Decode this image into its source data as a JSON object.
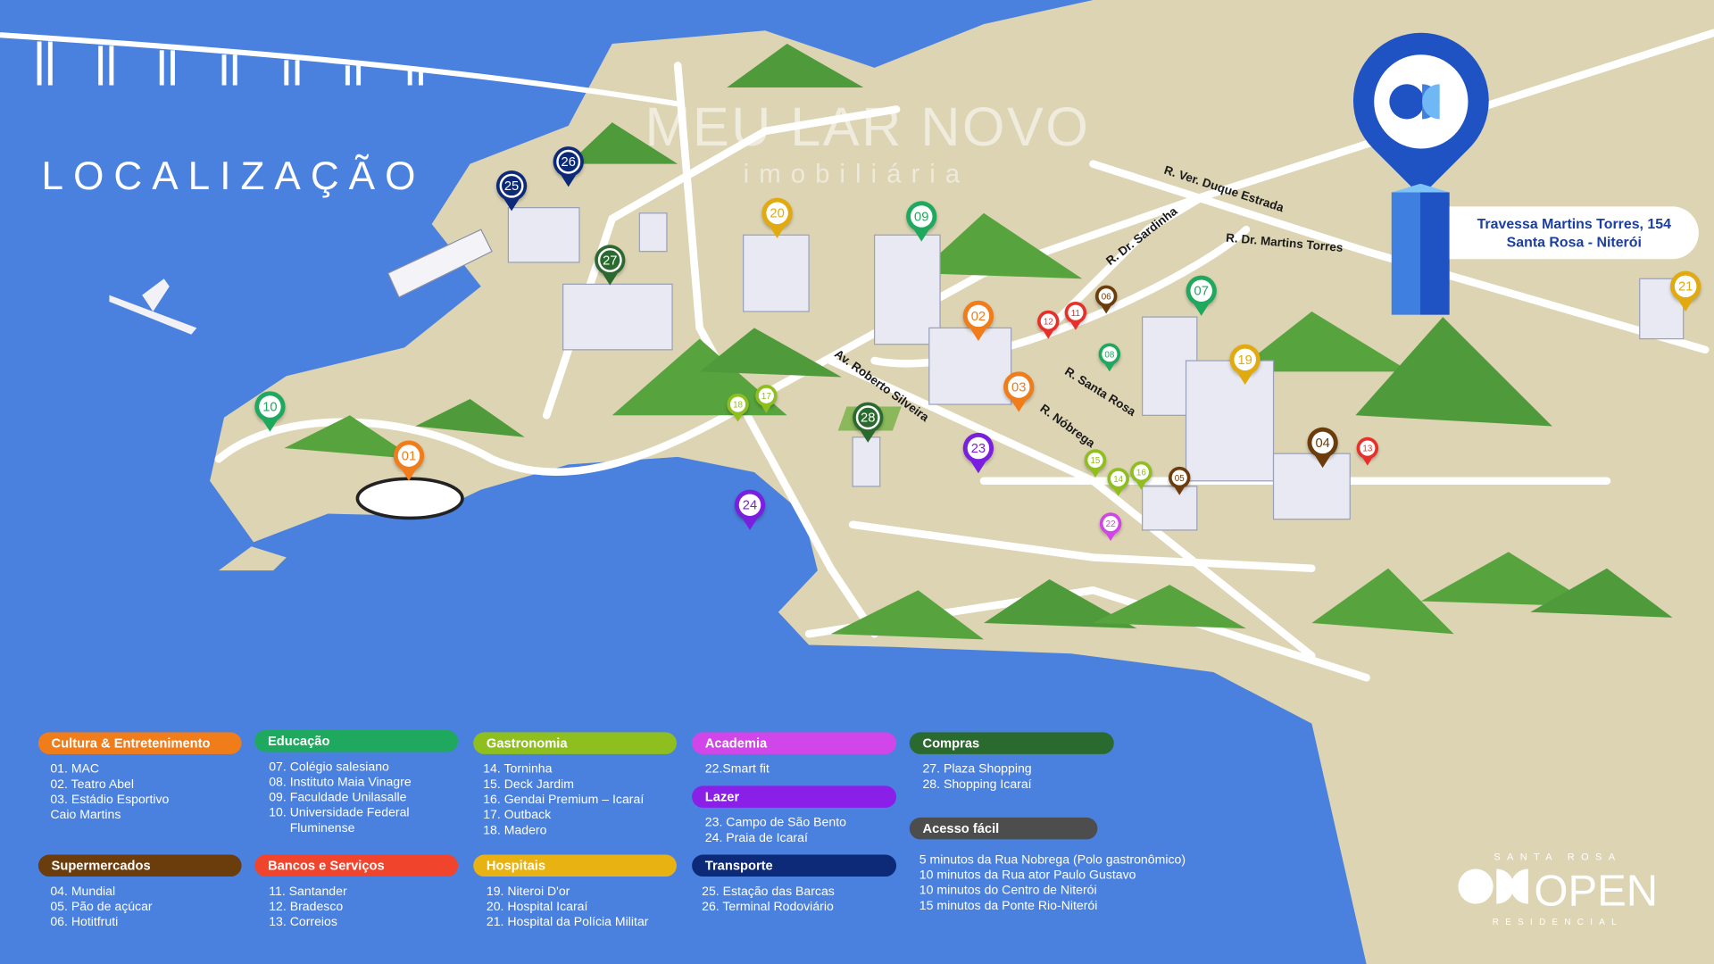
{
  "title": "LOCALIZAÇÃO",
  "watermark": {
    "line1": "MEU LAR NOVO",
    "line2": "imobiliária"
  },
  "address": {
    "line1": "Travessa Martins Torres, 154",
    "line2": "Santa Rosa - Niterói"
  },
  "streets": {
    "duque": "R. Ver. Duque Estrada",
    "sardinha": "R. Dr. Sardinha",
    "martins": "R. Dr. Martins Torres",
    "santarosa": "R. Santa Rosa",
    "roberto": "Av. Roberto Silveira",
    "nobrega": "R. Nóbrega"
  },
  "colors": {
    "water": "#4a80de",
    "land": "#ddd4b4",
    "cultura": "#f07d1a",
    "educacao": "#1fa95e",
    "gastronomia": "#8fbf1e",
    "supermercados": "#6b3c0c",
    "bancos": "#f0442c",
    "hospitais": "#e8b213",
    "academia": "#d146e8",
    "lazer": "#8a1fe8",
    "transporte": "#0c2a78",
    "compras": "#2a6a2e",
    "acesso": "#4d4d4d"
  },
  "pins": [
    {
      "num": "01",
      "color": "#f07d1a"
    },
    {
      "num": "02",
      "color": "#f07d1a"
    },
    {
      "num": "03",
      "color": "#f07d1a"
    },
    {
      "num": "04",
      "color": "#6b3c0c"
    },
    {
      "num": "05",
      "color": "#6b3c0c"
    },
    {
      "num": "06",
      "color": "#6b3c0c"
    },
    {
      "num": "07",
      "color": "#1fa95e"
    },
    {
      "num": "08",
      "color": "#1fa95e"
    },
    {
      "num": "09",
      "color": "#1fa95e"
    },
    {
      "num": "10",
      "color": "#1fa95e"
    },
    {
      "num": "11",
      "color": "#e8302a"
    },
    {
      "num": "12",
      "color": "#e8302a"
    },
    {
      "num": "13",
      "color": "#e8302a"
    },
    {
      "num": "14",
      "color": "#8fbf1e"
    },
    {
      "num": "15",
      "color": "#8fbf1e"
    },
    {
      "num": "16",
      "color": "#8fbf1e"
    },
    {
      "num": "17",
      "color": "#8fbf1e"
    },
    {
      "num": "18",
      "color": "#8fbf1e"
    },
    {
      "num": "19",
      "color": "#e0aa10"
    },
    {
      "num": "20",
      "color": "#e0aa10"
    },
    {
      "num": "21",
      "color": "#e0aa10"
    },
    {
      "num": "22",
      "color": "#d146e8"
    },
    {
      "num": "23",
      "color": "#7a1ee0"
    },
    {
      "num": "24",
      "color": "#7a1ee0"
    },
    {
      "num": "25",
      "color": "#0c2a78"
    },
    {
      "num": "26",
      "color": "#0c2a78"
    },
    {
      "num": "27",
      "color": "#2a6a2e"
    },
    {
      "num": "28",
      "color": "#2a6a2e"
    }
  ],
  "legend": [
    {
      "key": "cultura",
      "title": "Cultura & Entretenimento",
      "items": [
        "01. MAC",
        "02. Teatro Abel",
        "03. Estádio Esportivo",
        "Caio Martins"
      ]
    },
    {
      "key": "educacao",
      "title": "Educação",
      "items": [
        "07. Colégio salesiano",
        "08. Instituto Maia Vinagre",
        "09. Faculdade Unilasalle",
        "10. Universidade Federal",
        "      Fluminense"
      ]
    },
    {
      "key": "gastronomia",
      "title": "Gastronomia",
      "items": [
        "14. Torninha",
        "15. Deck Jardim",
        "16. Gendai Premium – Icaraí",
        "17. Outback",
        "18. Madero"
      ]
    },
    {
      "key": "supermercados",
      "title": "Supermercados",
      "items": [
        "04. Mundial",
        "05. Pão de açúcar",
        "06. Hotitfruti"
      ]
    },
    {
      "key": "bancos",
      "title": "Bancos e Serviços",
      "items": [
        "11. Santander",
        "12. Bradesco",
        "13. Correios"
      ]
    },
    {
      "key": "hospitais",
      "title": "Hospitais",
      "items": [
        "19. Niteroi D'or",
        "20. Hospital Icaraí",
        "21. Hospital da Polícia Militar"
      ]
    },
    {
      "key": "academia",
      "title": "Academia",
      "items": [
        "22.Smart fit"
      ]
    },
    {
      "key": "lazer",
      "title": "Lazer",
      "items": [
        "23. Campo de São Bento",
        "24. Praia de Icaraí"
      ]
    },
    {
      "key": "transporte",
      "title": "Transporte",
      "items": [
        "25. Estação das Barcas",
        "26. Terminal Rodoviário"
      ]
    },
    {
      "key": "compras",
      "title": "Compras",
      "items": [
        "27. Plaza Shopping",
        "28. Shopping Icaraí"
      ]
    },
    {
      "key": "acesso",
      "title": "Acesso fácil",
      "items": [
        "5 minutos da Rua Nobrega (Polo gastronômico)",
        "10 minutos da Rua ator Paulo Gustavo",
        "10 minutos do Centro de Niterói",
        "15 minutos da Ponte Rio-Niterói"
      ]
    }
  ],
  "logo": {
    "top": "SANTA ROSA",
    "name": "OPEN",
    "bottom": "RESIDENCIAL"
  }
}
